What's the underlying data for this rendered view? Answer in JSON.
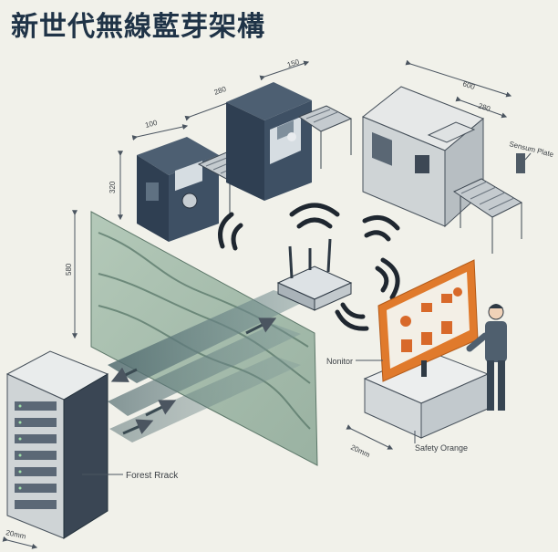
{
  "title": "新世代無線藍芽架構",
  "dimensions": {
    "d1": "100",
    "d2": "280",
    "d3": "150",
    "d4": "600",
    "d5": "280",
    "d6": "320",
    "d7": "580",
    "d8": "20mm",
    "d9": "20mm"
  },
  "labels": {
    "forest_rack": "Forest Rrack",
    "monitor": "Nonitor",
    "safety_orange": "Safety Orange",
    "sensor_plate": "Sensum Plate"
  },
  "colors": {
    "navy": "#2f3f52",
    "steel": "#6b7784",
    "panel_green": "#93b3a0",
    "safety_orange": "#e07a2c",
    "background": "#f1f1ea"
  }
}
